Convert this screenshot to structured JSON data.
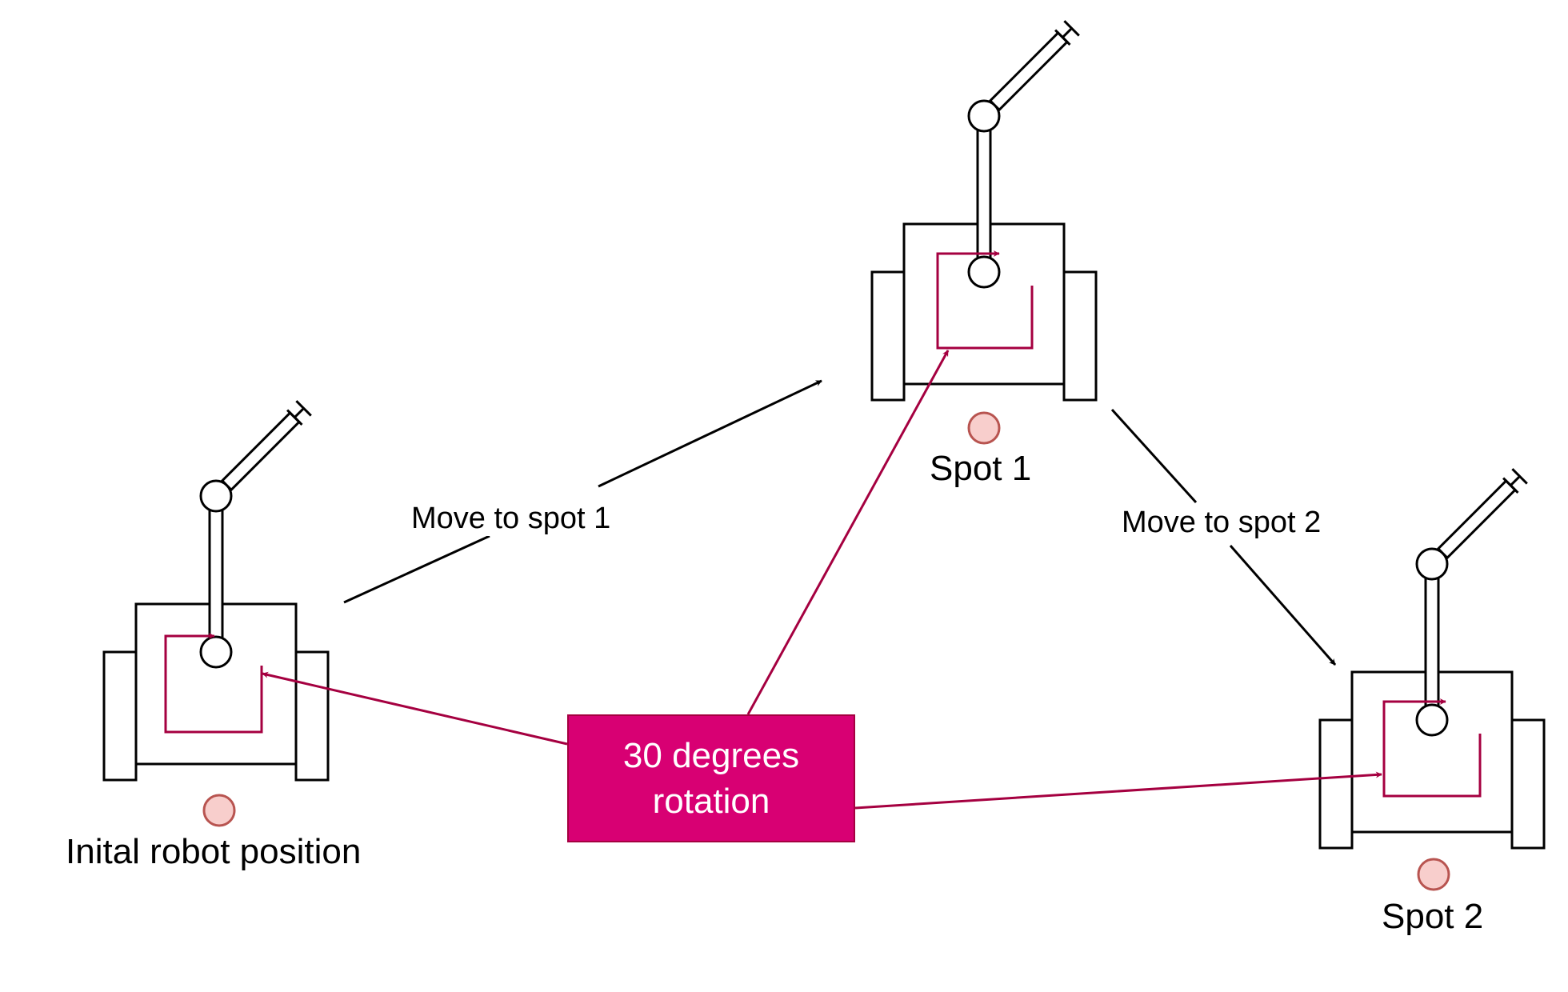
{
  "labels": {
    "initial_position": "Inital robot position",
    "spot1": "Spot 1",
    "spot2": "Spot 2",
    "move_to_spot1": "Move to spot 1",
    "move_to_spot2": "Move to spot 2",
    "rotation_callout": "30 degrees rotation"
  },
  "colors": {
    "callout_fill": "#d80073",
    "callout_border": "#a50040",
    "rotation_arrow": "#a50040",
    "spot_marker_fill": "#f8cecc",
    "spot_marker_stroke": "#b85450",
    "outline": "#000000"
  }
}
